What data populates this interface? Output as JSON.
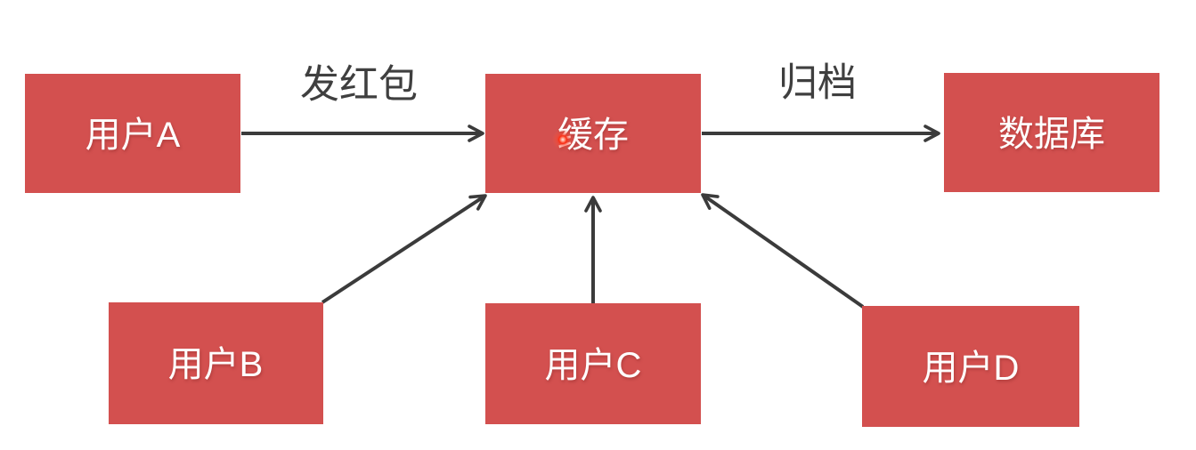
{
  "diagram": {
    "background_color": "#ffffff",
    "node_fill_color": "#d3504f",
    "node_text_color": "#ffffff",
    "arrow_color": "#3b3b3b",
    "edge_label_color": "#3f3f3f",
    "laser_dot_color": "#fb2c12",
    "nodes": [
      {
        "id": "user-a",
        "label": "用户A"
      },
      {
        "id": "cache",
        "label": "缓存"
      },
      {
        "id": "database",
        "label": "数据库"
      },
      {
        "id": "user-b",
        "label": "用户B"
      },
      {
        "id": "user-c",
        "label": "用户C"
      },
      {
        "id": "user-d",
        "label": "用户D"
      }
    ],
    "edges": [
      {
        "from": "user-a",
        "to": "cache",
        "label": "发红包"
      },
      {
        "from": "cache",
        "to": "database",
        "label": "归档"
      },
      {
        "from": "user-b",
        "to": "cache",
        "label": ""
      },
      {
        "from": "user-c",
        "to": "cache",
        "label": ""
      },
      {
        "from": "user-d",
        "to": "cache",
        "label": ""
      }
    ]
  }
}
